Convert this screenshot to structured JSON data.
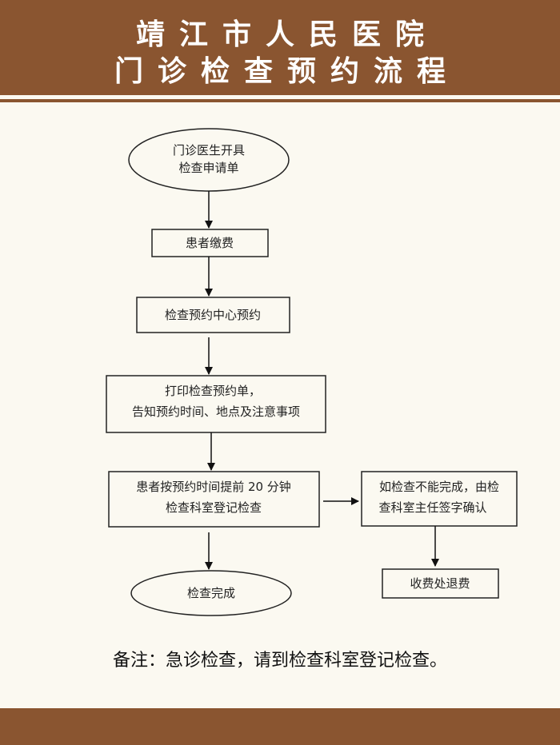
{
  "header": {
    "title_line1": "靖江市人民医院",
    "title_line2": "门诊检查预约流程"
  },
  "nodes": {
    "start_line1": "门诊医生开具",
    "start_line2": "检查申请单",
    "pay": "患者缴费",
    "reserve": "检查预约中心预约",
    "print_line1": "打印检查预约单，",
    "print_line2": "告知预约时间、地点及注意事项",
    "register_line1": "患者按预约时间提前 20 分钟",
    "register_line2": "检查科室登记检查",
    "end": "检查完成",
    "fail_line1": "如检查不能完成，由检",
    "fail_line2": "查科室主任签字确认",
    "refund": "收费处退费"
  },
  "note": "备注：急诊检查，请到检查科室登记检查。",
  "colors": {
    "brand": "#8a5530",
    "background": "#fbf9f1"
  }
}
